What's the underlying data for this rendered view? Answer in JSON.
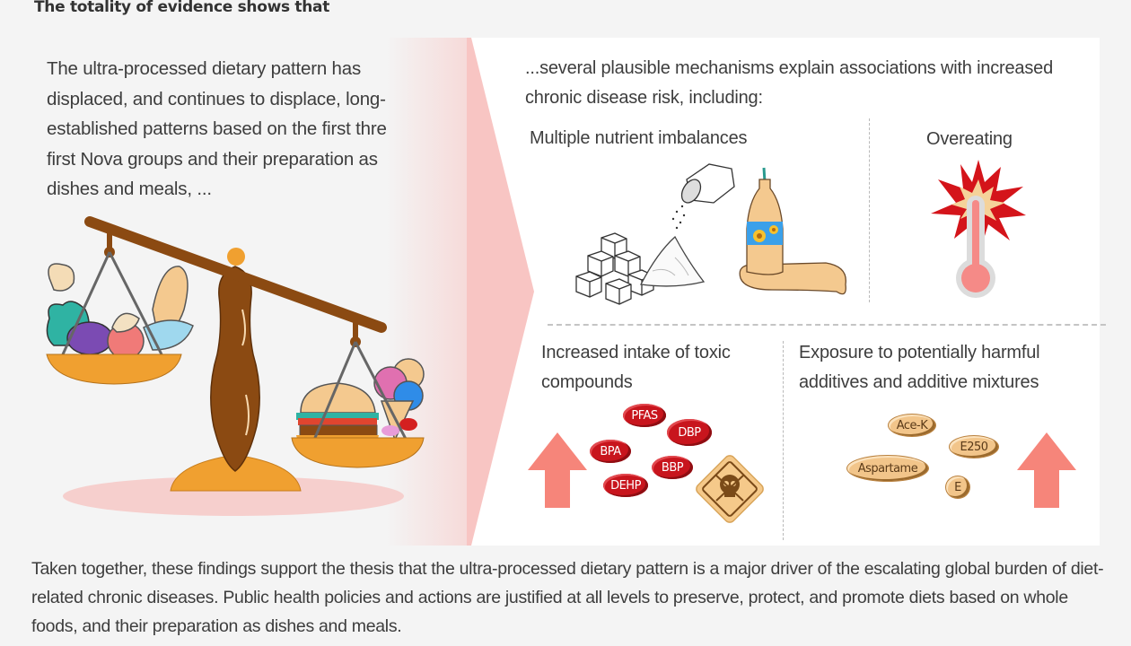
{
  "header": {
    "title": "The totality of evidence shows that"
  },
  "left": {
    "text": "The ultra-processed dietary pattern has displaced, and continues to displace, long-established patterns based on the first three first Nova groups and their preparation as dishes and meals, ...",
    "illustration": {
      "icon": "balance-scale-icon",
      "heavier_side": "ultra-processed foods (burger, ice cream, candy)",
      "lighter_side": "whole foods (vegetables, bread, fish, fruit, garlic)"
    }
  },
  "right": {
    "intro": "...several plausible mechanisms explain associations with increased chronic disease risk, including:",
    "mechanisms": [
      {
        "title": "Multiple nutrient imbalances",
        "icons": [
          "sugar-cubes-icon",
          "salt-shaker-icon",
          "sugary-drink-bottle-icon"
        ]
      },
      {
        "title": "Overeating",
        "icons": [
          "thermometer-burst-icon"
        ]
      },
      {
        "title": "Increased intake of toxic compounds",
        "icons": [
          "up-arrow-icon",
          "hazard-skull-icon"
        ],
        "compounds": [
          "PFAS",
          "DBP",
          "BPA",
          "BBP",
          "DEHP"
        ]
      },
      {
        "title": "Exposure to potentially harmful additives and additive mixtures",
        "icons": [
          "up-arrow-icon"
        ],
        "additives": [
          "Ace-K",
          "E250",
          "Aspartame",
          "E"
        ]
      }
    ]
  },
  "footer": {
    "text": "Taken together, these findings support the thesis that the ultra-processed dietary pattern is a major driver of the escalating global burden of diet-related chronic diseases. Public health policies and actions are justified at all levels to preserve, protect, and promote diets based on whole foods, and their preparation as dishes and meals."
  },
  "colors": {
    "scale_brown": "#8b4a12",
    "scale_orange": "#f0a030",
    "arrow_pink": "#f6857a",
    "toxic_red": "#c8151d",
    "additive_tan": "#f2c58a",
    "chevron_pink": "#f8c9c7"
  }
}
